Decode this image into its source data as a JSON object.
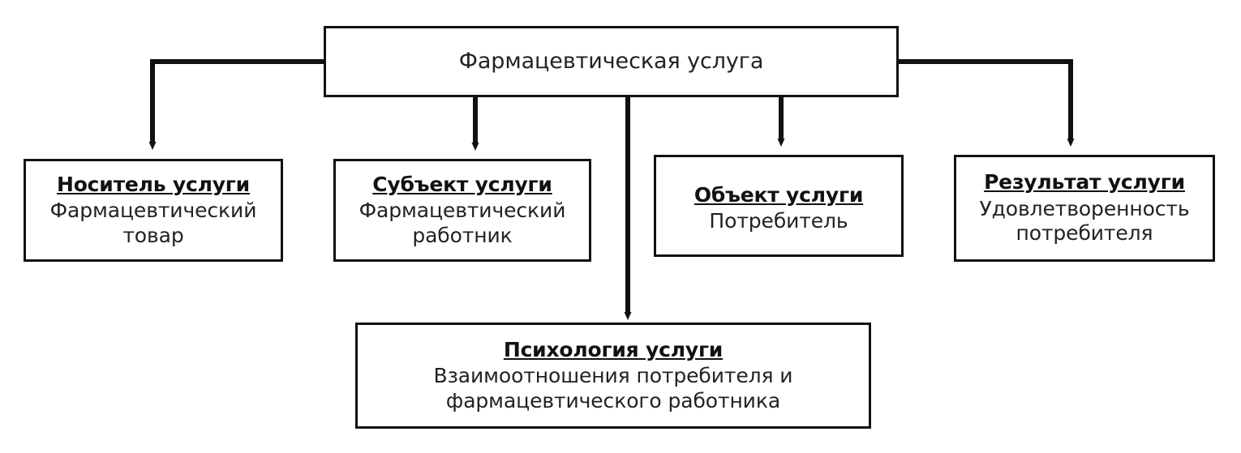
{
  "diagram": {
    "title_text": "Фармацевтическая услуга",
    "colors": {
      "background": "#ffffff",
      "border": "#111111",
      "text": "#222222",
      "connector": "#111111"
    },
    "root": {
      "label": "Фармацевтическая услуга"
    },
    "nodes": [
      {
        "id": "carrier",
        "title": "Носитель услуги",
        "subtitle": "Фармацевтический товар"
      },
      {
        "id": "subject",
        "title": "Субъект услуги",
        "subtitle": "Фармацевтический работник"
      },
      {
        "id": "object",
        "title": "Объект услуги",
        "subtitle": "Потребитель"
      },
      {
        "id": "result",
        "title": "Результат услуги",
        "subtitle": "Удовлетворенность потребителя"
      },
      {
        "id": "psychology",
        "title": "Психология услуги",
        "subtitle": "Взаимоотношения потребителя и фармацевтического работника"
      }
    ],
    "connectors": [
      {
        "id": "root-to-carrier",
        "type": "elbow-left-down-arrow"
      },
      {
        "id": "root-to-subject",
        "type": "straight-down-arrow"
      },
      {
        "id": "root-to-psychology",
        "type": "straight-down-arrow-long"
      },
      {
        "id": "root-to-object",
        "type": "straight-down-arrow"
      },
      {
        "id": "root-to-result",
        "type": "elbow-right-down-arrow"
      }
    ]
  }
}
